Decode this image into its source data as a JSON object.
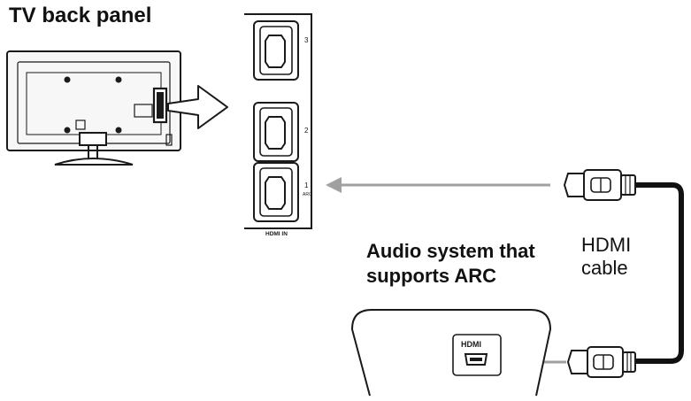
{
  "labels": {
    "tv_back_panel": "TV back panel",
    "audio_line1": "Audio system that",
    "audio_line2": "supports ARC",
    "cable_line1": "HDMI",
    "cable_line2": "cable"
  },
  "panel": {
    "port3": "3",
    "port2": "2",
    "port1": "1",
    "port1_sub": "ARC",
    "footer": "HDMI IN"
  },
  "device": {
    "port_label": "HDMI"
  },
  "colors": {
    "ink": "#1a1a1a",
    "arrow_gray": "#a0a0a0",
    "cable": "#111111"
  }
}
